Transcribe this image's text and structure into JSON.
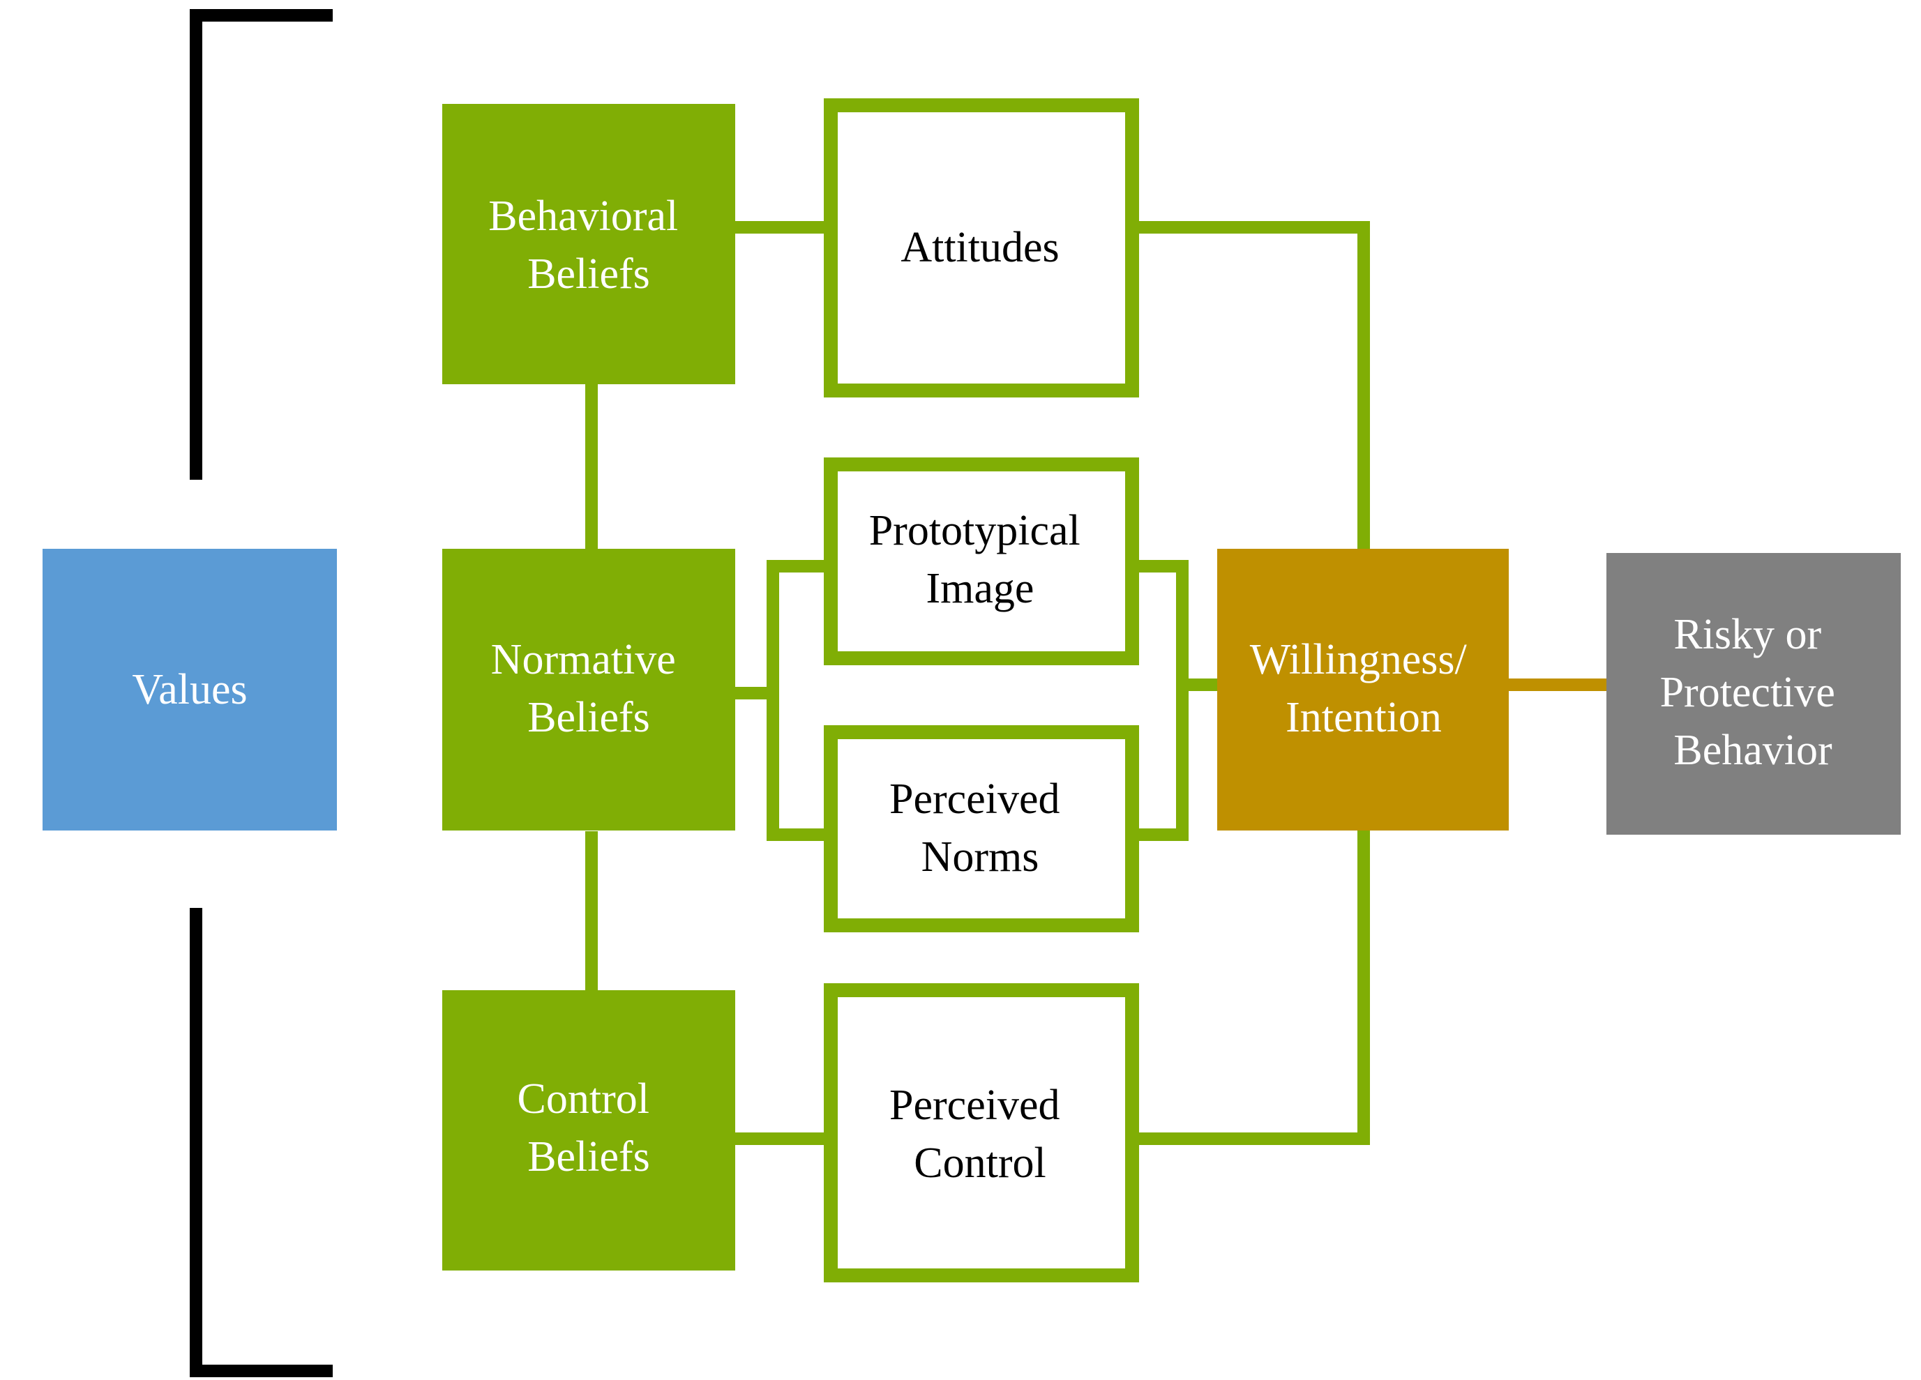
{
  "colors": {
    "green": "#80AE05",
    "blue": "#5B9BD5",
    "gold": "#BF9000",
    "gray": "#808080",
    "bracket": "#000000",
    "white": "#FFFFFF"
  },
  "nodes": {
    "values": {
      "lines": [
        "Values"
      ]
    },
    "behavioral_beliefs": {
      "lines": [
        "Behavioral",
        "Beliefs"
      ]
    },
    "normative_beliefs": {
      "lines": [
        "Normative",
        "Beliefs"
      ]
    },
    "control_beliefs": {
      "lines": [
        "Control",
        "Beliefs"
      ]
    },
    "attitudes": {
      "lines": [
        "Attitudes"
      ]
    },
    "prototypical_image": {
      "lines": [
        "Prototypical",
        "Image"
      ]
    },
    "perceived_norms": {
      "lines": [
        "Perceived",
        "Norms"
      ]
    },
    "perceived_control": {
      "lines": [
        "Perceived",
        "Control"
      ]
    },
    "willingness_intention": {
      "lines": [
        "Willingness/",
        "Intention"
      ]
    },
    "behavior": {
      "lines": [
        "Risky or",
        "Protective",
        "Behavior"
      ]
    }
  }
}
